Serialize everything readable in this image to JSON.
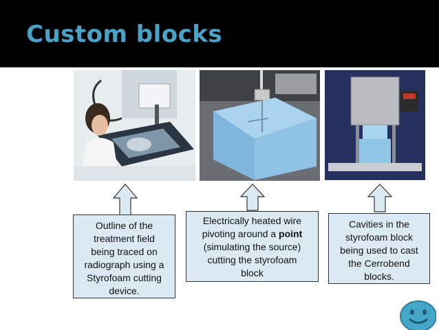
{
  "slide": {
    "title": "Custom blocks"
  },
  "callouts": [
    {
      "lines": [
        "Outline of the",
        "treatment field",
        "being traced on",
        "radiograph using a",
        "Styrofoam cutting",
        "device."
      ]
    },
    {
      "line1": "Electrically heated wire",
      "line2_pre": "pivoting around a ",
      "line2_bold": "point",
      "line3": "(simulating  the source)",
      "line4": "cutting the styrofoam",
      "line5": "block"
    },
    {
      "lines": [
        "Cavities in the",
        "styrofoam block",
        "being used to cast",
        "the Cerrobend",
        "blocks."
      ]
    }
  ],
  "colors": {
    "title": "#4aa3c6",
    "callout_bg": "#dbe9f2",
    "header_bg": "#000000",
    "smiley": "#45a6c8"
  },
  "icons": [
    "up-arrow-icon",
    "smiley-face-icon"
  ]
}
